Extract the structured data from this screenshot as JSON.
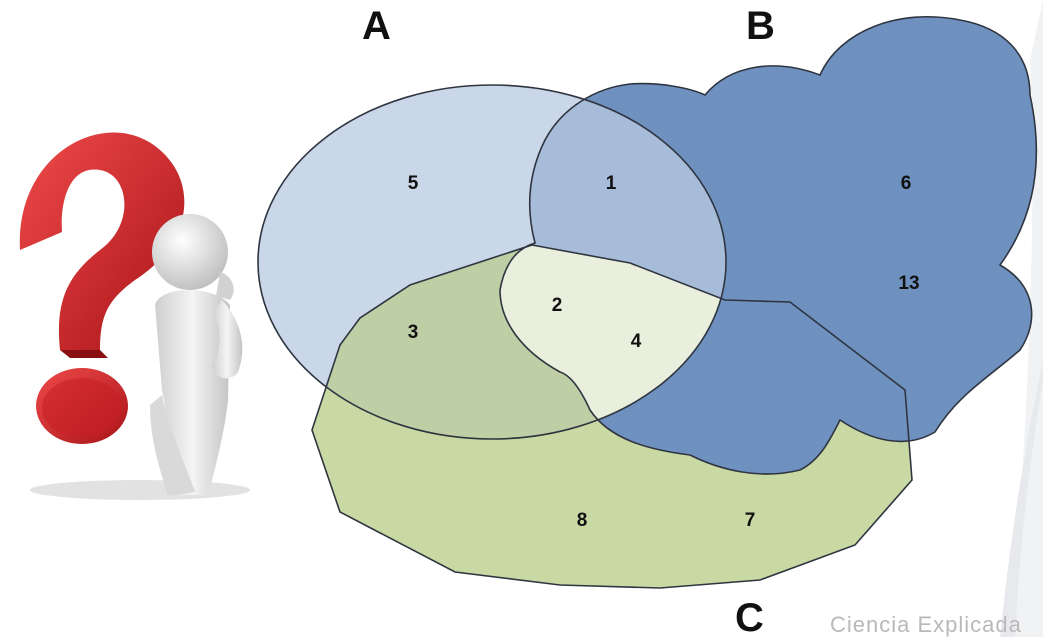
{
  "diagram": {
    "sets": [
      {
        "id": "A",
        "label": "A",
        "fill": "#c3d3e6"
      },
      {
        "id": "B",
        "label": "B",
        "fill": "#6f91bf"
      },
      {
        "id": "C",
        "label": "C",
        "fill": "#c9d9a3"
      }
    ],
    "regions": [
      {
        "label": "5",
        "sets": [
          "A"
        ]
      },
      {
        "label": "1",
        "sets": [
          "A",
          "B"
        ]
      },
      {
        "label": "6",
        "sets": [
          "B"
        ]
      },
      {
        "label": "13",
        "sets": [
          "B"
        ]
      },
      {
        "label": "3",
        "sets": [
          "A",
          "C"
        ]
      },
      {
        "label": "2",
        "sets": [
          "A",
          "B",
          "C"
        ]
      },
      {
        "label": "4",
        "sets": [
          "A",
          "B",
          "C"
        ]
      },
      {
        "label": "8",
        "sets": [
          "C"
        ]
      },
      {
        "label": "7",
        "sets": [
          "C"
        ]
      }
    ],
    "colors": {
      "a_and_b": "#a7bcd8",
      "center": "#e9efdc",
      "outline": "#2f3540"
    }
  },
  "illustration": {
    "icon": "question-mark-thinking-figure-icon",
    "question_mark_color": "#d3232a",
    "figure_color": "#e6e6e6"
  },
  "watermark": {
    "text": "Ciencia Explicada"
  }
}
